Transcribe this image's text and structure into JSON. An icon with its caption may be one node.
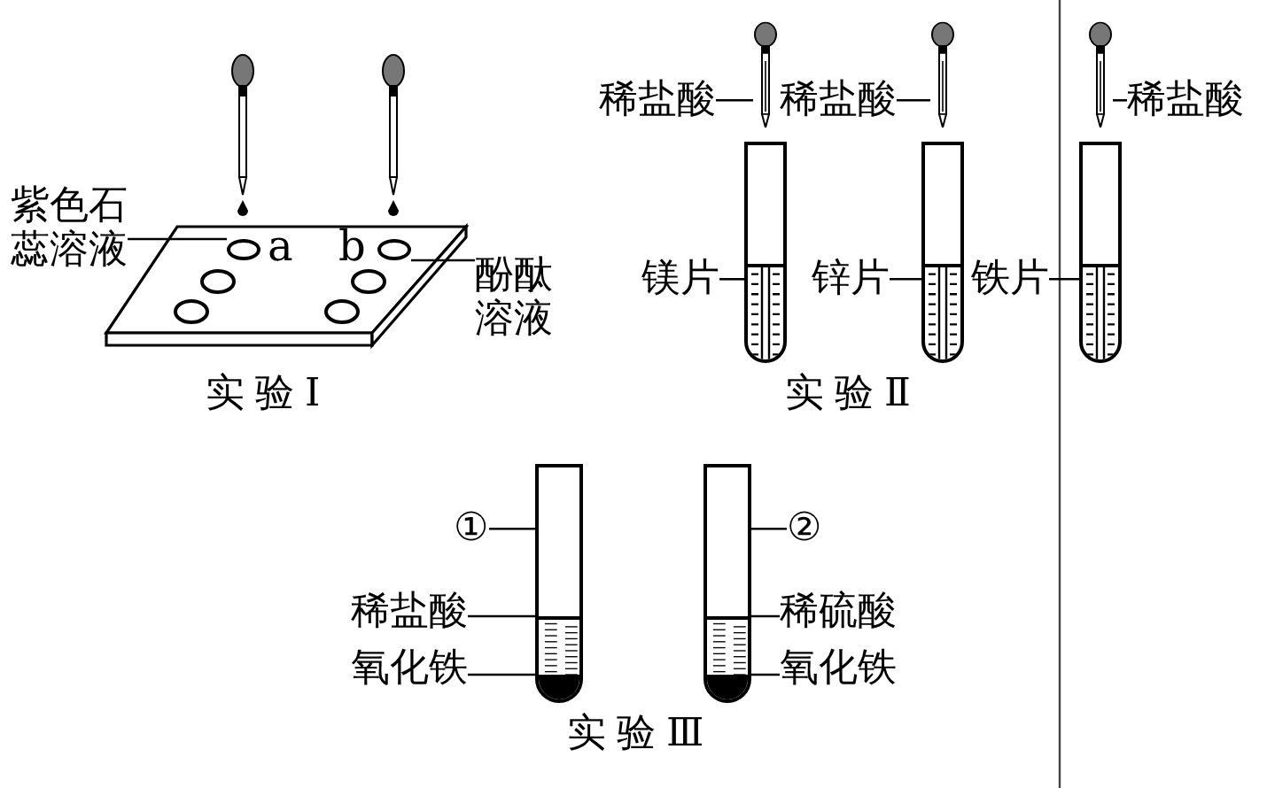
{
  "diagram": {
    "nodes": [
      {
        "text": [
          "紫色石蕊溶液"
        ]
      },
      {
        "text": [],
        "shape": "circle"
      },
      {
        "text": [
          "酚酞溶液"
        ]
      },
      {
        "text": [],
        "shape": "circle"
      },
      {
        "text": [
          "稀盐酸"
        ]
      },
      {
        "text": [],
        "shape": "picture"
      },
      {
        "text": [
          "稀盐酸"
        ]
      },
      {
        "text": [],
        "shape": "picture"
      },
      {
        "text": [
          "稀盐酸"
        ]
      },
      {
        "text": [],
        "shape": "picture"
      },
      {
        "text": [
          "镁片"
        ]
      },
      {
        "text": [],
        "shape": "picture"
      },
      {
        "text": [],
        "shape": "box",
        "in": 11
      },
      {
        "text": [
          "锌片"
        ]
      },
      {
        "text": [],
        "shape": "picture"
      },
      {
        "text": [],
        "shape": "box",
        "in": 14
      },
      {
        "text": [
          "铁片"
        ]
      },
      {
        "text": [],
        "shape": "picture"
      },
      {
        "text": [],
        "shape": "box",
        "in": 17
      },
      {
        "text": [
          "①"
        ]
      },
      {
        "text": [],
        "shape": "picture"
      },
      {
        "text": [
          "稀盐酸"
        ]
      },
      {
        "text": [],
        "shape": "box",
        "in": 20
      },
      {
        "text": [
          "氧化铁"
        ]
      },
      {
        "text": [],
        "shape": "box",
        "in": 20
      },
      {
        "text": [
          "②"
        ]
      },
      {
        "text": [],
        "shape": "picture"
      },
      {
        "text": [
          "稀硫酸"
        ]
      },
      {
        "text": [],
        "shape": "box",
        "in": 26
      },
      {
        "text": [
          "氧化铁"
        ]
      },
      {
        "text": [],
        "shape": "box",
        "in": 26
      }
    ],
    "edges": [
      {
        "from": 0,
        "to": 1,
        "arrow": "none"
      },
      {
        "from": 2,
        "to": 3,
        "arrow": "none"
      },
      {
        "from": 4,
        "to": 5,
        "arrow": "none"
      },
      {
        "from": 6,
        "to": 7,
        "arrow": "none"
      },
      {
        "from": 8,
        "to": 9,
        "arrow": "none"
      },
      {
        "from": 10,
        "to": 12,
        "arrow": "none"
      },
      {
        "from": 13,
        "to": 15,
        "arrow": "none"
      },
      {
        "from": 16,
        "to": 18,
        "arrow": "none"
      },
      {
        "from": 19,
        "to": 20,
        "arrow": "none"
      },
      {
        "from": 21,
        "to": 22,
        "arrow": "none"
      },
      {
        "from": 23,
        "to": 24,
        "arrow": "none"
      },
      {
        "from": 25,
        "to": 26,
        "arrow": "none"
      },
      {
        "from": 27,
        "to": 28,
        "arrow": "none"
      },
      {
        "from": 29,
        "to": 30,
        "arrow": "none"
      }
    ],
    "labels": [
      "a",
      "b",
      "实验Ⅰ",
      "实验Ⅱ",
      "实验Ⅲ"
    ]
  }
}
